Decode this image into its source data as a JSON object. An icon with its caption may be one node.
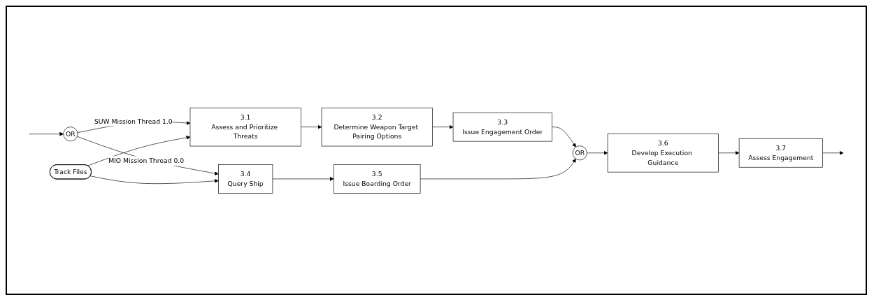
{
  "diagram": {
    "nodes": [
      {
        "text": [
          "OR"
        ]
      },
      {
        "text": [
          "Track Files"
        ]
      },
      {
        "text": [
          "3.1",
          "Assess and Prioritize Threats"
        ]
      },
      {
        "text": [
          "3.2",
          "Determine Weapon Target Pairing Options"
        ]
      },
      {
        "text": [
          "3.3",
          "Issue Engagement Order"
        ]
      },
      {
        "text": [
          "3.4",
          "Query Ship"
        ]
      },
      {
        "text": [
          "3.5",
          "Issue Boarding Order"
        ]
      },
      {
        "text": [
          "OR"
        ]
      },
      {
        "text": [
          "3.6",
          "Develop Execution Guidance"
        ]
      },
      {
        "text": [
          "3.7",
          "Assess Engagement"
        ]
      }
    ],
    "edges": [
      {
        "from": null,
        "to": 0,
        "arrow": "to"
      },
      {
        "from": 0,
        "to": 2,
        "arrow": "to",
        "label": "SUW Mission Thread 1.0"
      },
      {
        "from": 0,
        "to": 5,
        "arrow": "to",
        "label": "MIO Mission Thread 0.0"
      },
      {
        "from": 1,
        "to": 2,
        "arrow": "to"
      },
      {
        "from": 1,
        "to": 5,
        "arrow": "to"
      },
      {
        "from": 2,
        "to": 3,
        "arrow": "to"
      },
      {
        "from": 3,
        "to": 4,
        "arrow": "to"
      },
      {
        "from": 4,
        "to": 7,
        "arrow": "to"
      },
      {
        "from": 5,
        "to": 6,
        "arrow": "to"
      },
      {
        "from": 6,
        "to": 7,
        "arrow": "to"
      },
      {
        "from": 7,
        "to": 8,
        "arrow": "to"
      },
      {
        "from": 8,
        "to": 9,
        "arrow": "to"
      },
      {
        "from": 9,
        "to": null,
        "arrow": "to"
      }
    ]
  }
}
